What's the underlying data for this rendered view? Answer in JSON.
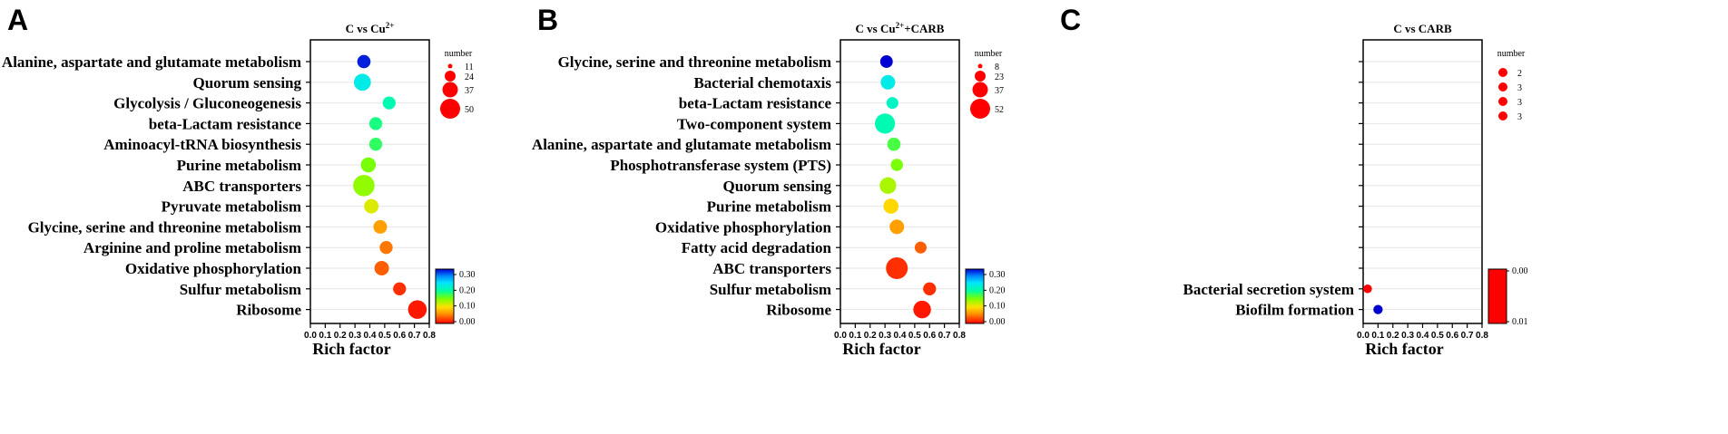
{
  "chart_data": [
    {
      "type": "scatter",
      "panel_label": "A",
      "title": "C vs Cu",
      "title_sup": "2+",
      "title_rest": "",
      "xlabel": "Rich factor",
      "xlim": [
        0.0,
        0.8
      ],
      "xticks": [
        "0.0",
        "0.1",
        "0.2",
        "0.3",
        "0.4",
        "0.5",
        "0.6",
        "0.7",
        "0.8"
      ],
      "categories": [
        "Alanine, aspartate and glutamate metabolism",
        "Quorum sensing",
        "Glycolysis / Gluconeogenesis",
        "beta-Lactam resistance",
        "Aminoacyl-tRNA biosynthesis",
        "Purine metabolism",
        "ABC transporters",
        "Pyruvate metabolism",
        "Glycine, serine and threonine metabolism",
        "Arginine and proline metabolism",
        "Oxidative phosphorylation",
        "Sulfur metabolism",
        "Ribosome"
      ],
      "x": [
        0.36,
        0.35,
        0.53,
        0.44,
        0.44,
        0.39,
        0.36,
        0.41,
        0.47,
        0.51,
        0.48,
        0.6,
        0.72
      ],
      "number": [
        12,
        26,
        11,
        11,
        11,
        18,
        50,
        16,
        13,
        11,
        16,
        11,
        34
      ],
      "pvalue": [
        0.34,
        0.25,
        0.22,
        0.2,
        0.19,
        0.16,
        0.15,
        0.12,
        0.07,
        0.05,
        0.04,
        0.02,
        0.01
      ],
      "legend_title": "number",
      "size_legend": [
        "11",
        "24",
        "37",
        "50"
      ],
      "color_ticks": [
        "0.30",
        "0.20",
        "0.10",
        "0.00"
      ],
      "color_range": [
        0.0,
        0.35
      ],
      "color_reversed": false
    },
    {
      "type": "scatter",
      "panel_label": "B",
      "title": "C vs Cu",
      "title_sup": "2+",
      "title_rest": "+CARB",
      "xlabel": "Rich factor",
      "xlim": [
        0.0,
        0.8
      ],
      "xticks": [
        "0.0",
        "0.1",
        "0.2",
        "0.3",
        "0.4",
        "0.5",
        "0.6",
        "0.7",
        "0.8"
      ],
      "categories": [
        "Glycine, serine and threonine metabolism",
        "Bacterial chemotaxis",
        "beta-Lactam resistance",
        "Two-component system",
        "Alanine, aspartate and glutamate metabolism",
        "Phosphotransferase system (PTS)",
        "Quorum sensing",
        "Purine metabolism",
        "Oxidative phosphorylation",
        "Fatty acid degradation",
        "ABC transporters",
        "Sulfur metabolism",
        "Ribosome"
      ],
      "x": [
        0.31,
        0.32,
        0.35,
        0.3,
        0.36,
        0.38,
        0.32,
        0.34,
        0.38,
        0.54,
        0.38,
        0.6,
        0.55
      ],
      "number": [
        10,
        16,
        8,
        42,
        12,
        9,
        24,
        18,
        16,
        8,
        52,
        11,
        29
      ],
      "pvalue": [
        0.35,
        0.25,
        0.23,
        0.22,
        0.18,
        0.16,
        0.14,
        0.1,
        0.07,
        0.04,
        0.02,
        0.02,
        0.01
      ],
      "legend_title": "number",
      "size_legend": [
        "8",
        "23",
        "37",
        "52"
      ],
      "color_ticks": [
        "0.30",
        "0.20",
        "0.10",
        "0.00"
      ],
      "color_range": [
        0.0,
        0.35
      ],
      "color_reversed": false
    },
    {
      "type": "scatter",
      "panel_label": "C",
      "title": "C vs CARB",
      "title_sup": "",
      "title_rest": "",
      "xlabel": "Rich factor",
      "xlim": [
        0.0,
        0.8
      ],
      "xticks": [
        "0.0",
        "0.1",
        "0.2",
        "0.3",
        "0.4",
        "0.5",
        "0.6",
        "0.7",
        "0.8"
      ],
      "categories": [
        "",
        "",
        "",
        "",
        "",
        "",
        "",
        "",
        "",
        "",
        "",
        "Bacterial secretion system",
        "Biofilm formation"
      ],
      "x": [
        null,
        null,
        null,
        null,
        null,
        null,
        null,
        null,
        null,
        null,
        null,
        0.03,
        0.1
      ],
      "number": [
        null,
        null,
        null,
        null,
        null,
        null,
        null,
        null,
        null,
        null,
        null,
        2,
        3
      ],
      "pvalue": [
        null,
        null,
        null,
        null,
        null,
        null,
        null,
        null,
        null,
        null,
        null,
        0.01,
        0.0
      ],
      "legend_title": "number",
      "size_legend": [
        "2",
        "3",
        "3",
        "3"
      ],
      "color_ticks": [
        "0.00",
        "0.01"
      ],
      "color_range": [
        0.0,
        0.01
      ],
      "color_reversed": true
    }
  ]
}
